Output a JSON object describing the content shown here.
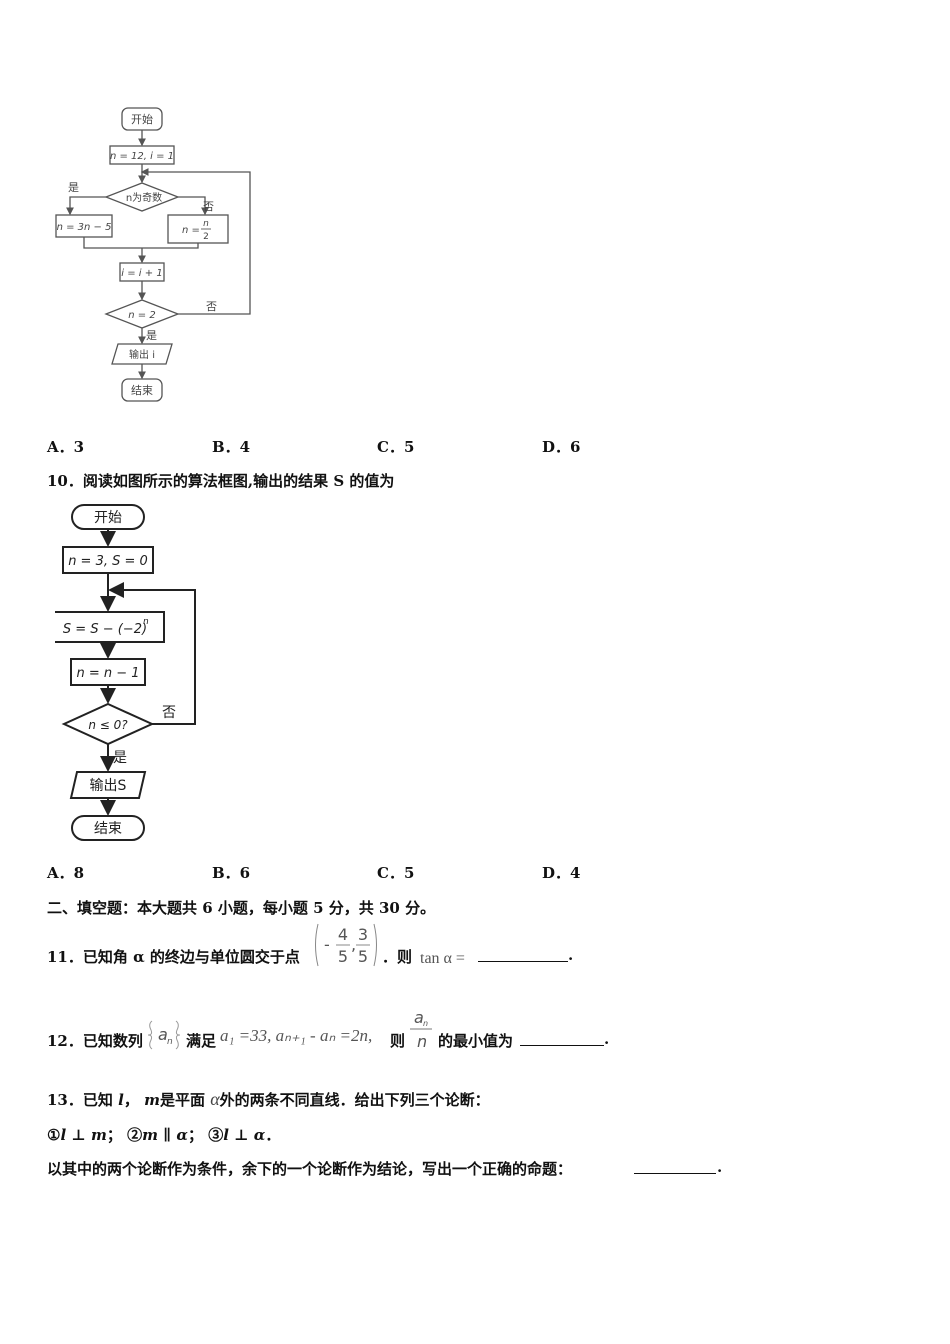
{
  "flowchart1": {
    "start": "开始",
    "init": "n = 12, i = 1",
    "decision1": "n为奇数",
    "yes": "是",
    "no": "否",
    "branch_yes": "n = 3n − 5",
    "branch_no_lhs": "n =",
    "branch_no_num": "n",
    "branch_no_den": "2",
    "increment": "i = i + 1",
    "decision2": "n = 2",
    "no2": "否",
    "yes2": "是",
    "output": "输出 i",
    "end": "结束"
  },
  "q9_options": [
    {
      "label": "A．3"
    },
    {
      "label": "B．4"
    },
    {
      "label": "C．5"
    },
    {
      "label": "D．6"
    }
  ],
  "q10": {
    "stem": "10．阅读如图所示的算法框图,输出的结果 S 的值为",
    "flowchart": {
      "start": "开始",
      "init": "n = 3, S = 0",
      "process1": "S = S − (−2)",
      "process1_exp": "n",
      "process2": "n = n − 1",
      "decision": "n ≤ 0?",
      "no": "否",
      "yes": "是",
      "output": "输出S",
      "end": "结束"
    },
    "options": [
      {
        "label": "A．8"
      },
      {
        "label": "B．6"
      },
      {
        "label": "C．5"
      },
      {
        "label": "D．4"
      }
    ]
  },
  "section2": "二、填空题：本大题共 6 小题，每小题 5 分，共 30 分。",
  "q11": {
    "prefix": "11．已知角 α 的终边与单位圆交于点",
    "minus": "-",
    "num1": "4",
    "den1": "5",
    "comma": ",",
    "num2": "3",
    "den2": "5",
    "mid": "．则",
    "expr": "tan α =",
    "end": "."
  },
  "q12": {
    "prefix": "12．已知数列",
    "seq": "a",
    "seq_sub": "n",
    "mid": "满足",
    "cond": "a₁ =33, aₙ₊₁ - aₙ =2n,",
    "then": "则",
    "frac_num": "a",
    "frac_num_sub": "n",
    "frac_den": "n",
    "suffix": "的最小值为",
    "end": "."
  },
  "q13": {
    "line1_a": "13．已知",
    "line1_l": "l",
    "line1_b": "，",
    "line1_m": "m",
    "line1_c": "是平面",
    "alpha": "α",
    "line1_d": "外的两条不同直线．给出下列三个论断：",
    "line2": [
      {
        "circle": "①",
        "stmt": "l ⊥ m",
        "sep": "；"
      },
      {
        "circle": "②",
        "stmt": "m ∥ α",
        "sep": "；"
      },
      {
        "circle": "③",
        "stmt": "l ⊥ α",
        "sep": "．"
      }
    ],
    "line3": "以其中的两个论断作为条件，余下的一个论断作为结论，写出一个正确的命题：",
    "line3_end": "."
  }
}
